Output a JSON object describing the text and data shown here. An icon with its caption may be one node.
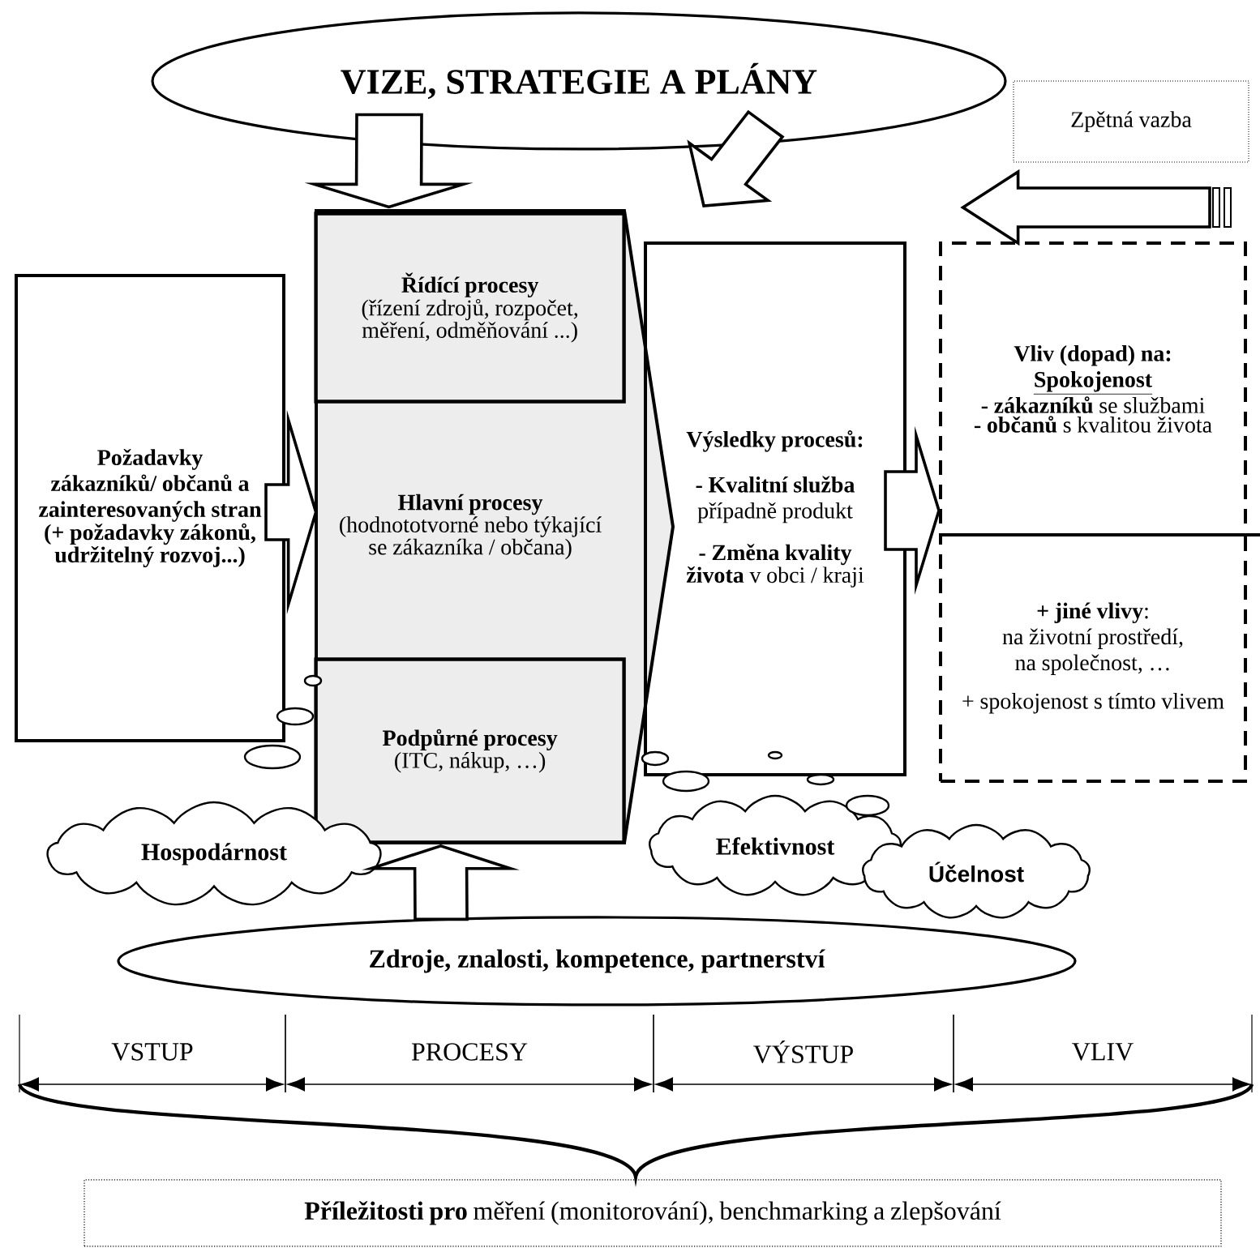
{
  "diagram": {
    "nodes": [
      {
        "text": [
          "VIZE, STRATEGIE A PLÁNY"
        ]
      },
      {
        "text": [
          "Zpětná vazba"
        ]
      },
      {
        "text": [
          "Požadavky zákazníků/ občanů a zainteresovaných stran",
          "(+ požadavky zákonů, udržitelný rozvoj...)"
        ]
      },
      {
        "text": [
          "Hlavní procesy",
          "(hodnototvorné nebo týkající se zákazníka / občana)"
        ]
      },
      {
        "text": [
          "Řídící procesy",
          "(řízení zdrojů, rozpočet, měření, odměňování ...)"
        ],
        "in": 3
      },
      {
        "text": [
          "Podpůrné procesy",
          "(ITC, nákup, …)"
        ],
        "in": 3
      },
      {
        "text": [
          "Výsledky procesů:",
          "**- Kvalitní služba** případně produkt",
          "**- Změna kvality života** v obci / kraji"
        ]
      },
      {
        "text": [
          "Vliv (dopad) na:",
          "Spokojenost",
          "**- zákazníků** se službami",
          "**- občanů** s kvalitou života"
        ]
      },
      {
        "text": [
          "**+ jiné vlivy**:",
          "na životní prostředí, na společnost, …",
          "+ spokojenost s tímto vlivem"
        ]
      },
      {
        "text": [
          "Hospodárnost"
        ]
      },
      {
        "text": [
          "Efektivnost"
        ]
      },
      {
        "text": [
          "Účelnost"
        ]
      },
      {
        "text": [
          "Zdroje, znalosti, kompetence, partnerství"
        ]
      },
      {
        "text": [
          "**Příležitosti pro** měření (monitorování), benchmarking a zlepšování"
        ]
      }
    ],
    "edges": [
      {
        "from": 0,
        "to": 4,
        "arrow": "to"
      },
      {
        "from": 0,
        "to": 6,
        "arrow": "to"
      },
      {
        "from": null,
        "to": 0,
        "arrow": "to"
      },
      {
        "from": 2,
        "to": 3,
        "arrow": "to"
      },
      {
        "from": 6,
        "to": 7,
        "arrow": "to"
      },
      {
        "from": 12,
        "to": 5,
        "arrow": "to"
      }
    ],
    "labels": [
      "VSTUP",
      "PROCESY",
      "VÝSTUP",
      "VLIV"
    ]
  }
}
